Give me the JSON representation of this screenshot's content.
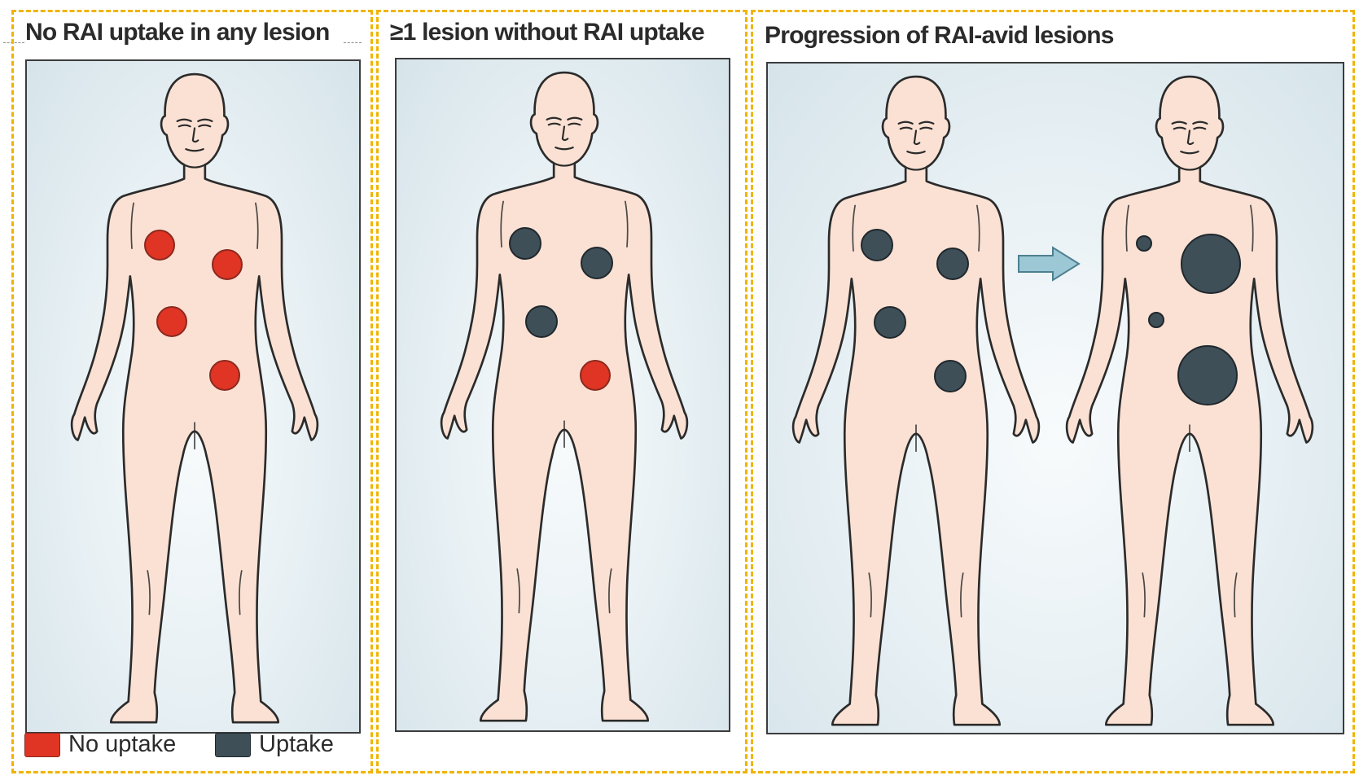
{
  "panels": [
    {
      "title": "No RAI uptake in any lesion"
    },
    {
      "title": "≥1 lesion without RAI uptake"
    },
    {
      "title": "Progression of RAI-avid lesions"
    }
  ],
  "legend": [
    {
      "label": "No uptake",
      "color": "#e03424"
    },
    {
      "label": "Uptake",
      "color": "#3f4f58"
    }
  ],
  "colors": {
    "frame_border": "#f0b400",
    "skin": "#fbe1d4",
    "outline": "#2b2b2b",
    "no_uptake": "#e03424",
    "uptake": "#3f4f58",
    "arrow": "#9cc8d6"
  },
  "icons": [
    "human-body",
    "arrow-right-icon"
  ]
}
